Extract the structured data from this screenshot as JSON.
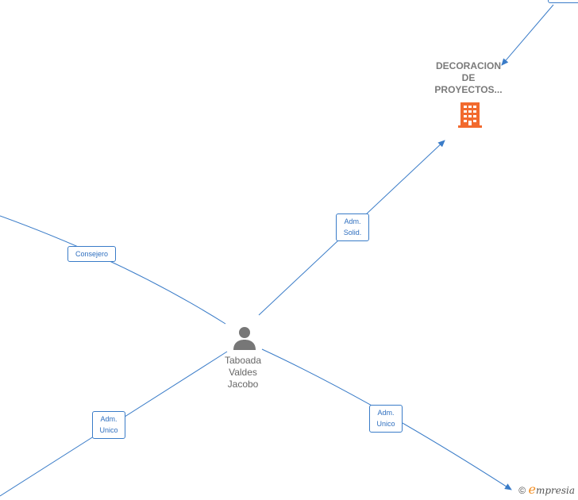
{
  "company": {
    "name_lines": [
      "DECORACION",
      "DE",
      "PROYECTOS..."
    ],
    "icon": "building-icon",
    "icon_color": "#f26a2e"
  },
  "person": {
    "name_lines": [
      "Taboada",
      "Valdes",
      "Jacobo"
    ],
    "icon": "person-icon",
    "icon_color": "#777777"
  },
  "roles": {
    "consejero": "Consejero",
    "adm_solid": [
      "Adm.",
      "Solid."
    ],
    "adm_unico_left": [
      "Adm.",
      "Unico"
    ],
    "adm_unico_right": [
      "Adm.",
      "Unico"
    ]
  },
  "colors": {
    "edge": "#3a7cc8"
  },
  "brand": {
    "copyright": "©",
    "e": "e",
    "rest": "mpresia"
  }
}
